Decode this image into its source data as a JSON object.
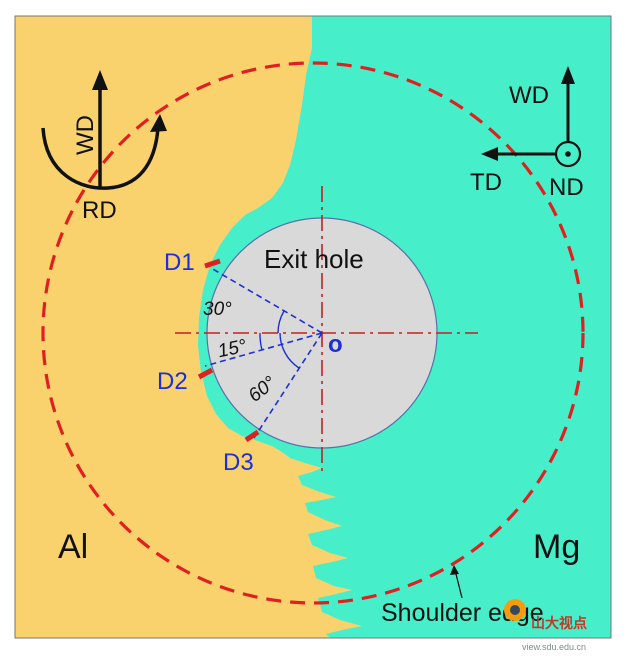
{
  "regions": {
    "left_label": "Al",
    "right_label": "Mg",
    "left_color": "#f9d26e",
    "right_color": "#46efc9"
  },
  "hole": {
    "label": "Exit hole",
    "center_label": "o",
    "fill": "#d9d9d9"
  },
  "points": [
    {
      "label": "D1",
      "angle_deg": 30
    },
    {
      "label": "D2",
      "angle_deg": 15
    },
    {
      "label": "D3",
      "angle_deg": 60
    }
  ],
  "angles": [
    {
      "label": "30°"
    },
    {
      "label": "15°"
    },
    {
      "label": "60°"
    }
  ],
  "shoulder": {
    "label": "Shoulder edge",
    "color": "#e02020"
  },
  "axes_right": {
    "wd": "WD",
    "td": "TD",
    "nd": "ND"
  },
  "axes_left": {
    "wd": "WD",
    "rd": "RD"
  },
  "watermark": {
    "name": "山大视点",
    "url": "view.sdu.edu.cn"
  }
}
